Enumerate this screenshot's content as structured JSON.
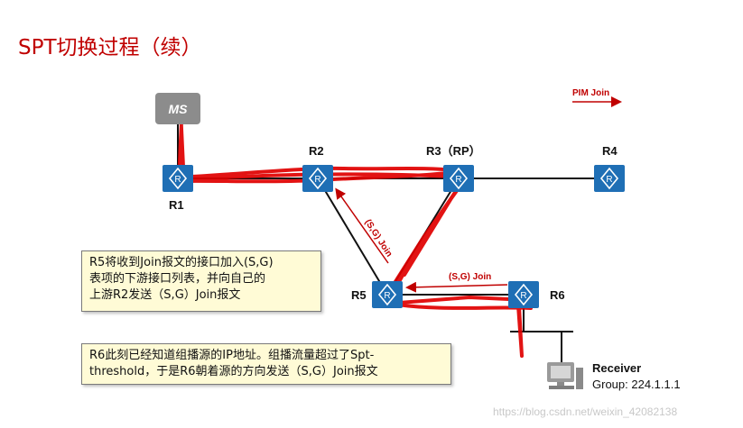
{
  "title": "SPT切换过程（续）",
  "legend": {
    "label": "PIM Join",
    "color": "#c00000"
  },
  "source": {
    "label": "MS"
  },
  "routers": {
    "r1": "R1",
    "r2": "R2",
    "r3": "R3（RP）",
    "r4": "R4",
    "r5": "R5",
    "r6": "R6"
  },
  "join_labels": {
    "r6_to_r5": "(S,G) Join",
    "r5_to_r2": "(S,G) Join"
  },
  "notes": {
    "note1": [
      "R5将收到Join报文的接口加入(S,G)",
      "表项的下游接口列表，并向自己的",
      "上游R2发送（S,G）Join报文"
    ],
    "note2": [
      "R6此刻已经知道组播源的IP地址。组播流量超过了Spt-",
      "threshold，于是R6朝着源的方向发送（S,G）Join报文"
    ]
  },
  "receiver": {
    "title": "Receiver",
    "group": "Group: 224.1.1.1"
  },
  "watermark": "https://blog.csdn.net/weixin_42082138",
  "colors": {
    "title": "#c00000",
    "router": "#1f6fb5",
    "annotation": "#c00000",
    "scribble": "#e00000"
  }
}
